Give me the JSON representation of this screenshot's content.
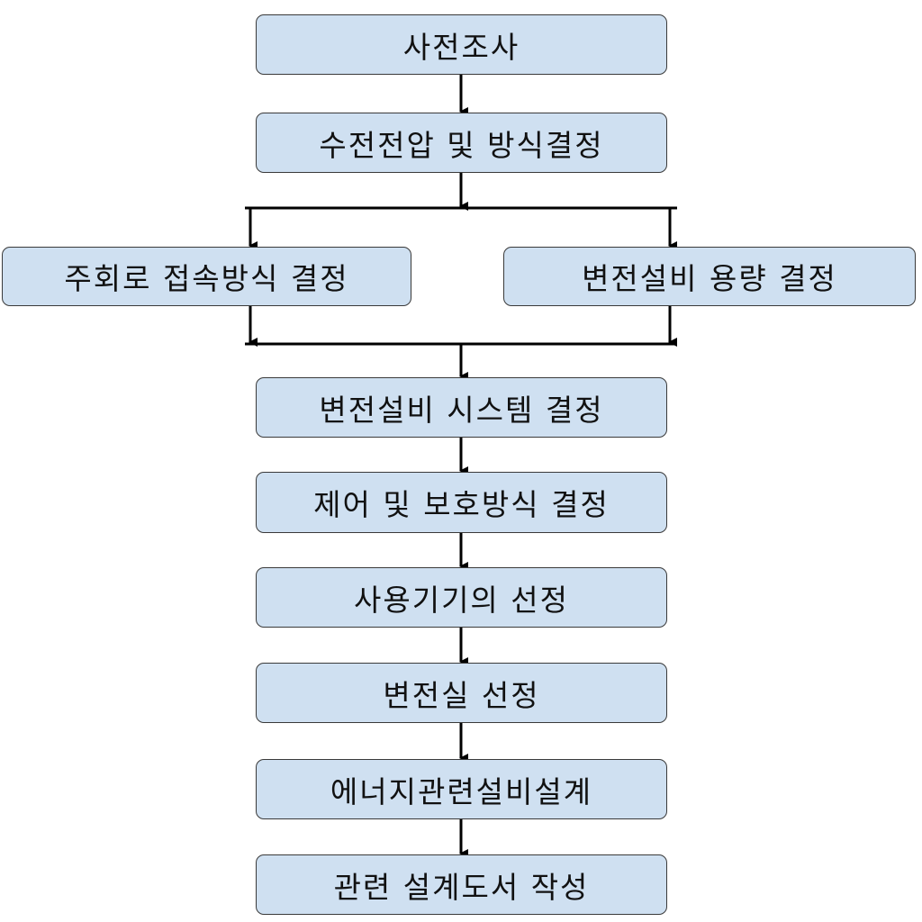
{
  "colors": {
    "box_fill": "#cfe0f1",
    "box_border": "#3a3a3a",
    "line": "#000000"
  },
  "steps": {
    "survey": "사전조사",
    "voltage": "수전전압 및 방식결정",
    "main_circuit": "주회로 접속방식 결정",
    "capacity": "변전설비 용량 결정",
    "system": "변전설비 시스템 결정",
    "protection": "제어 및 보호방식 결정",
    "equipment": "사용기기의 선정",
    "room": "변전실 선정",
    "energy": "에너지관련설비설계",
    "drawings": "관련 설계도서 작성"
  }
}
